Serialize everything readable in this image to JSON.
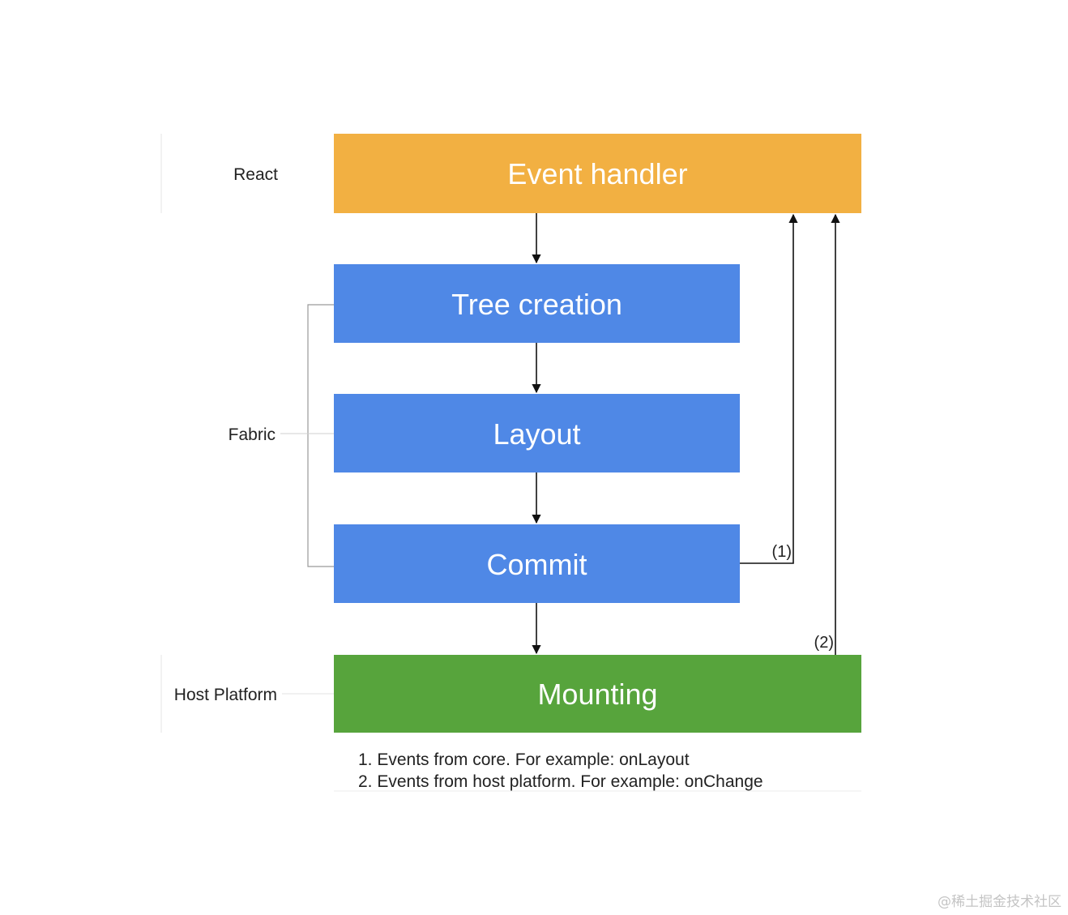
{
  "layers": {
    "react": "React",
    "fabric": "Fabric",
    "host_platform": "Host Platform"
  },
  "nodes": {
    "event_handler": "Event handler",
    "tree_creation": "Tree creation",
    "layout": "Layout",
    "commit": "Commit",
    "mounting": "Mounting"
  },
  "edge_labels": {
    "events_core": "(1)",
    "events_host": "(2)"
  },
  "notes": [
    "1. Events from core. For example: onLayout",
    "2. Events from host platform. For example: onChange"
  ],
  "watermark": "@稀土掘金技术社区",
  "colors": {
    "react_layer": "#f2b042",
    "fabric_layer": "#4f88e6",
    "host_layer": "#57a43c"
  }
}
